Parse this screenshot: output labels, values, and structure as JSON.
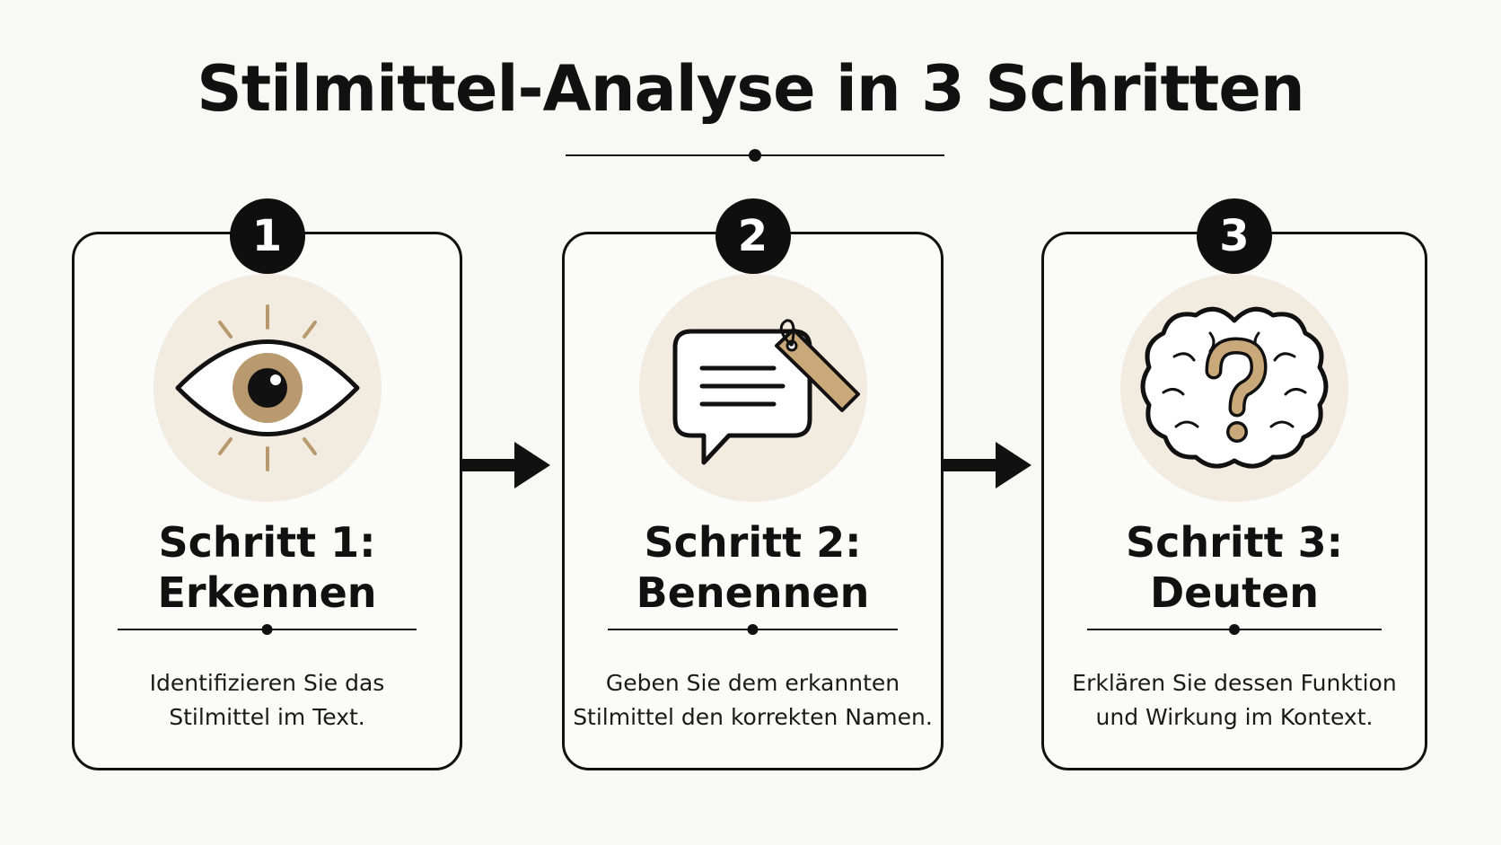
{
  "title": "Stilmittel-Analyse in 3 Schritten",
  "colors": {
    "accent": "#b89a6e",
    "circle_bg": "#f1ebe0",
    "ink": "#111111"
  },
  "steps": [
    {
      "number": "1",
      "icon": "eye-icon",
      "title_line1": "Schritt 1:",
      "title_line2": "Erkennen",
      "desc_line1": "Identifizieren Sie das",
      "desc_line2": "Stilmittel im Text."
    },
    {
      "number": "2",
      "icon": "speech-bubble-tag-icon",
      "title_line1": "Schritt 2:",
      "title_line2": "Benennen",
      "desc_line1": "Geben Sie dem erkannten",
      "desc_line2": "Stilmittel den korrekten Namen."
    },
    {
      "number": "3",
      "icon": "brain-question-icon",
      "title_line1": "Schritt 3:",
      "title_line2": "Deuten",
      "desc_line1": "Erklären Sie dessen Funktion",
      "desc_line2": "und Wirkung im Kontext."
    }
  ]
}
